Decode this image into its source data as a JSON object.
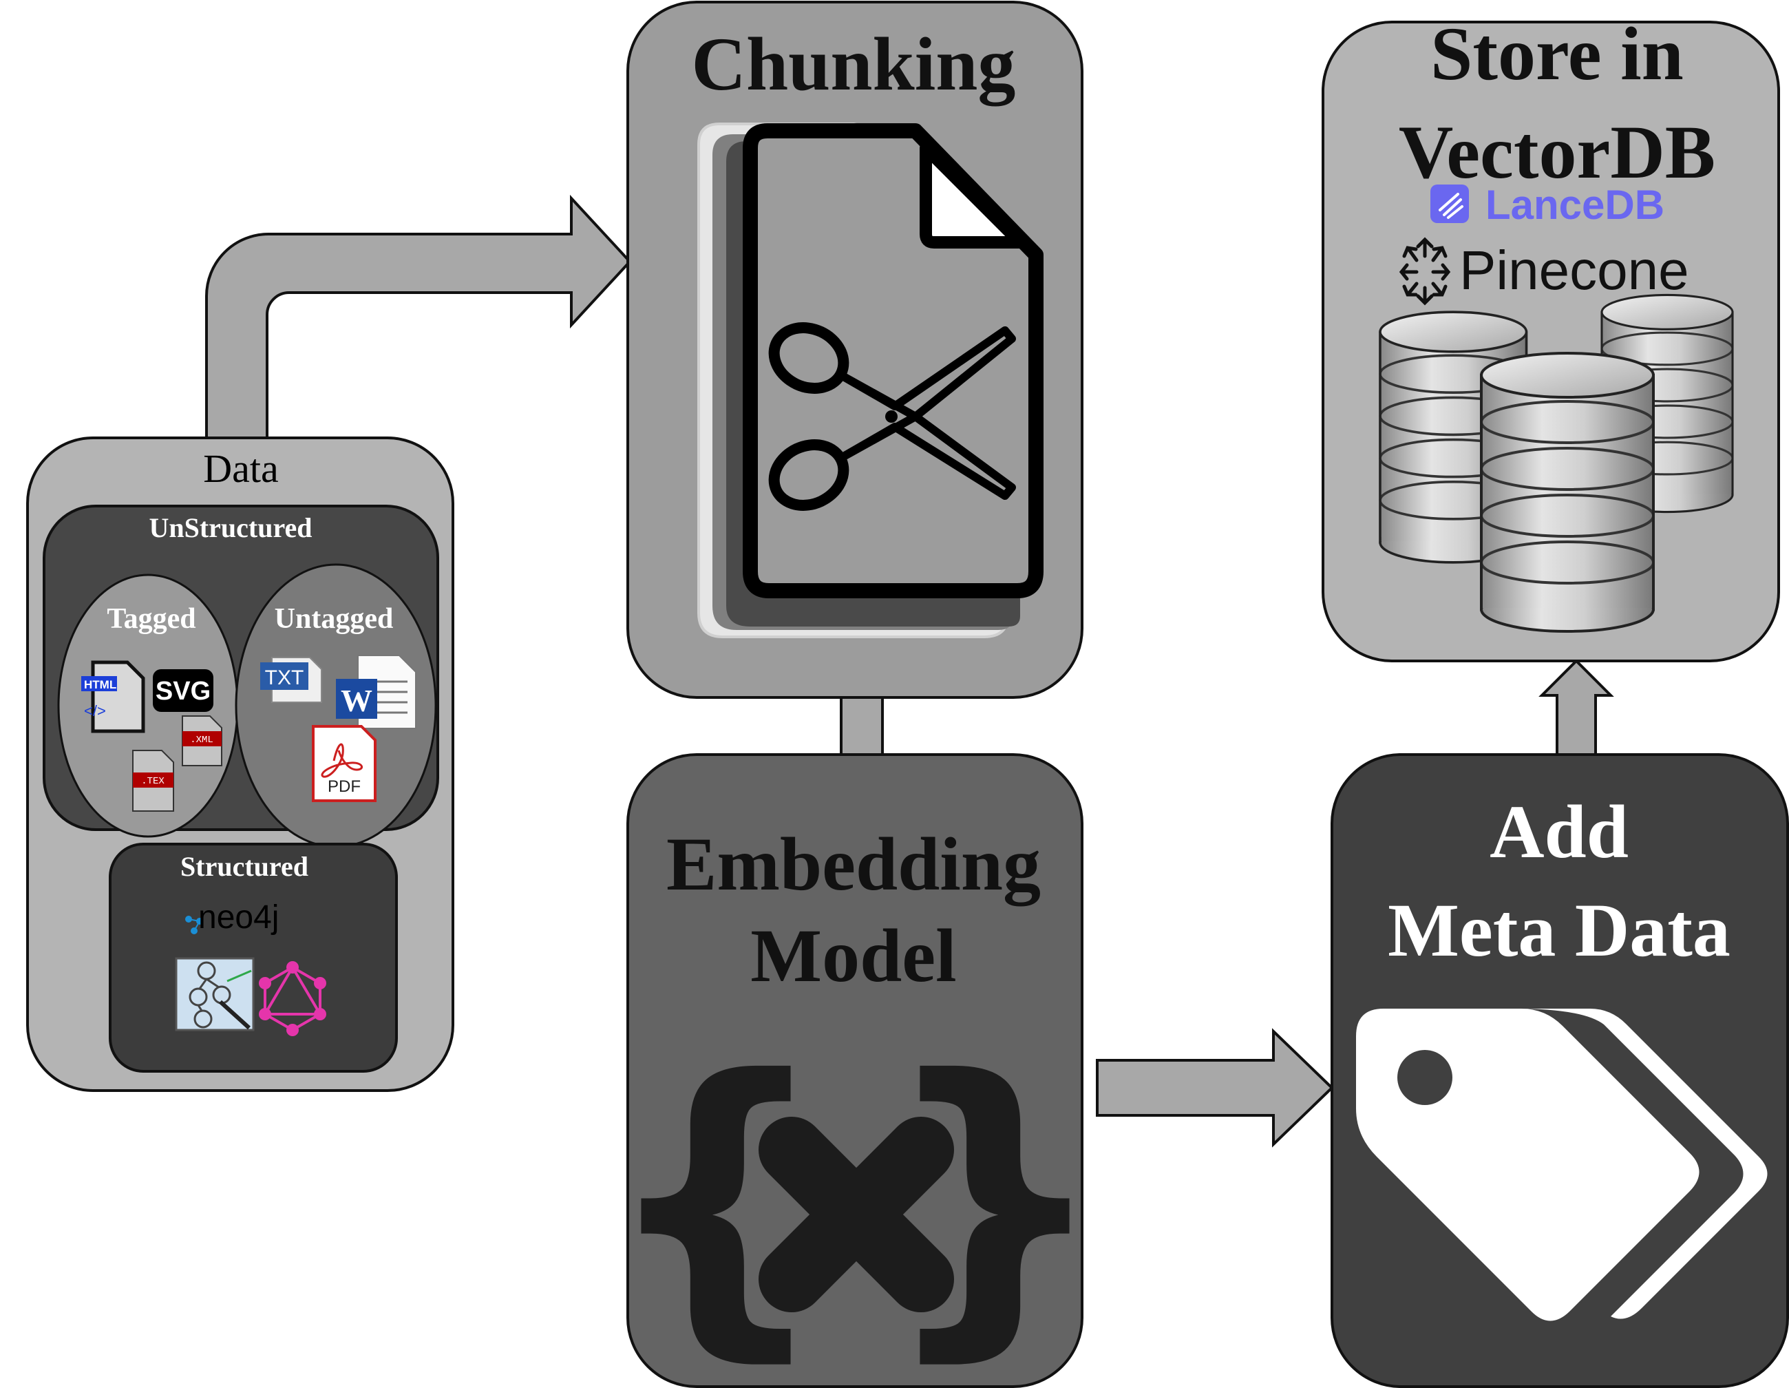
{
  "colors": {
    "data_box": "#b4b4b4",
    "chunking_box": "#9c9c9c",
    "embedding_box": "#646464",
    "metadata_box": "#404040",
    "vectordb_box": "#b4b4b4",
    "unstructured_panel": "#474747",
    "structured_panel": "#3c3c3c",
    "ellipse_tagged": "#9a9a9a",
    "ellipse_untagged": "#7a7a7a",
    "arrow_fill": "#a8a8a8",
    "lancedb_blue": "#6a67f0",
    "neo4j_blue": "#1b8fd6",
    "graphql_pink": "#e535ab"
  },
  "data": {
    "title": "Data",
    "unstructured": {
      "title": "UnStructured",
      "tagged": {
        "title": "Tagged",
        "icons": {
          "html": "HTML",
          "svg": "SVG",
          "xml": ".XML",
          "tex": ".TEX"
        }
      },
      "untagged": {
        "title": "Untagged",
        "icons": {
          "txt": "TXT",
          "word": "W",
          "pdf": "PDF"
        }
      }
    },
    "structured": {
      "title": "Structured",
      "neo4j": "neo4j"
    }
  },
  "chunking": {
    "title": "Chunking",
    "icon": "document-scissors-icon"
  },
  "embedding": {
    "title_line1": "Embedding",
    "title_line2": "Model",
    "icon": "curly-braces-x-icon",
    "brace_left": "{",
    "brace_right": "}"
  },
  "metadata": {
    "title_line1": "Add",
    "title_line2": "Meta Data",
    "icon": "tags-icon"
  },
  "vectordb": {
    "title_line1": "Store in",
    "title_line2": "VectorDB",
    "lancedb": "LanceDB",
    "pinecone": "Pinecone",
    "icon": "database-cylinders-icon"
  }
}
